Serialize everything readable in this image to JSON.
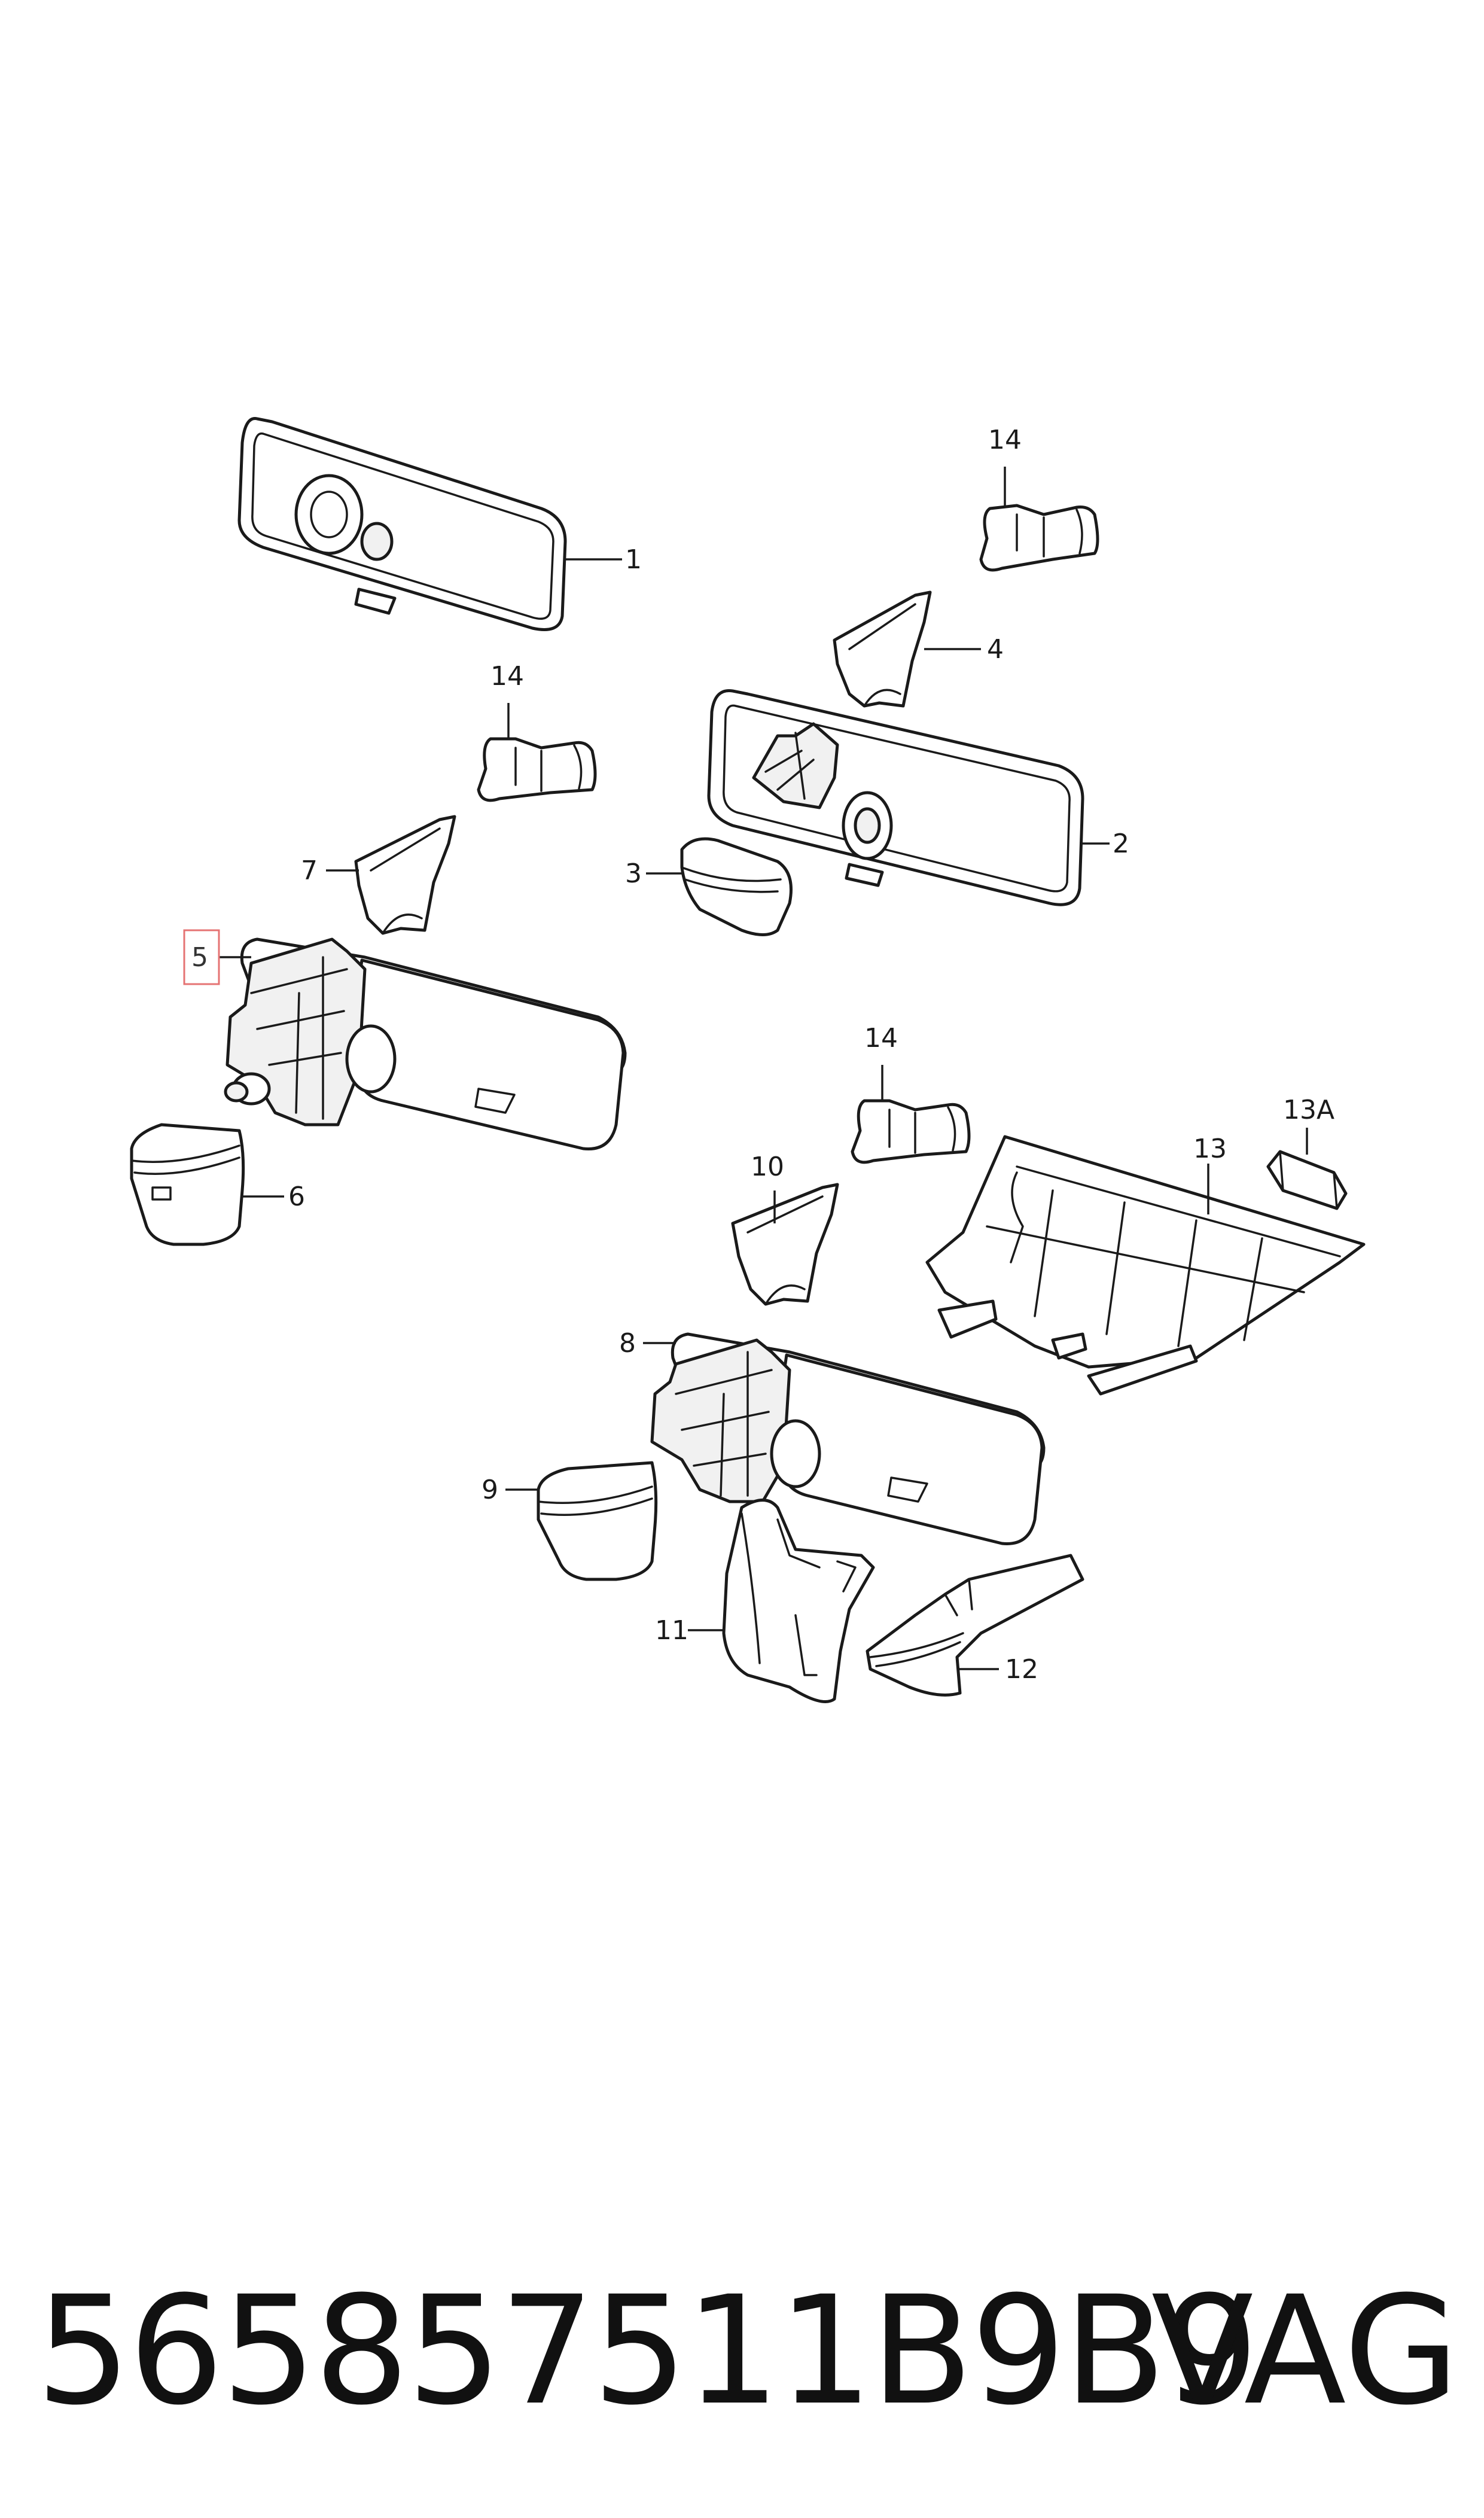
{
  "diagram": {
    "callouts": [
      {
        "id": "c1",
        "label": "1"
      },
      {
        "id": "c14a",
        "label": "14"
      },
      {
        "id": "c4",
        "label": "4"
      },
      {
        "id": "c14b",
        "label": "14"
      },
      {
        "id": "c2",
        "label": "2"
      },
      {
        "id": "c7",
        "label": "7"
      },
      {
        "id": "c3",
        "label": "3"
      },
      {
        "id": "c5",
        "label": "5"
      },
      {
        "id": "c6",
        "label": "6"
      },
      {
        "id": "c14c",
        "label": "14"
      },
      {
        "id": "c13a",
        "label": "13A"
      },
      {
        "id": "c13",
        "label": "13"
      },
      {
        "id": "c10",
        "label": "10"
      },
      {
        "id": "c8",
        "label": "8"
      },
      {
        "id": "c9",
        "label": "9"
      },
      {
        "id": "c11",
        "label": "11"
      },
      {
        "id": "c12",
        "label": "12"
      }
    ],
    "highlighted_callout": "5",
    "highlight_color": "#e57373"
  },
  "footer": {
    "part_number": "565857511B9B9",
    "brand": "VAG"
  }
}
